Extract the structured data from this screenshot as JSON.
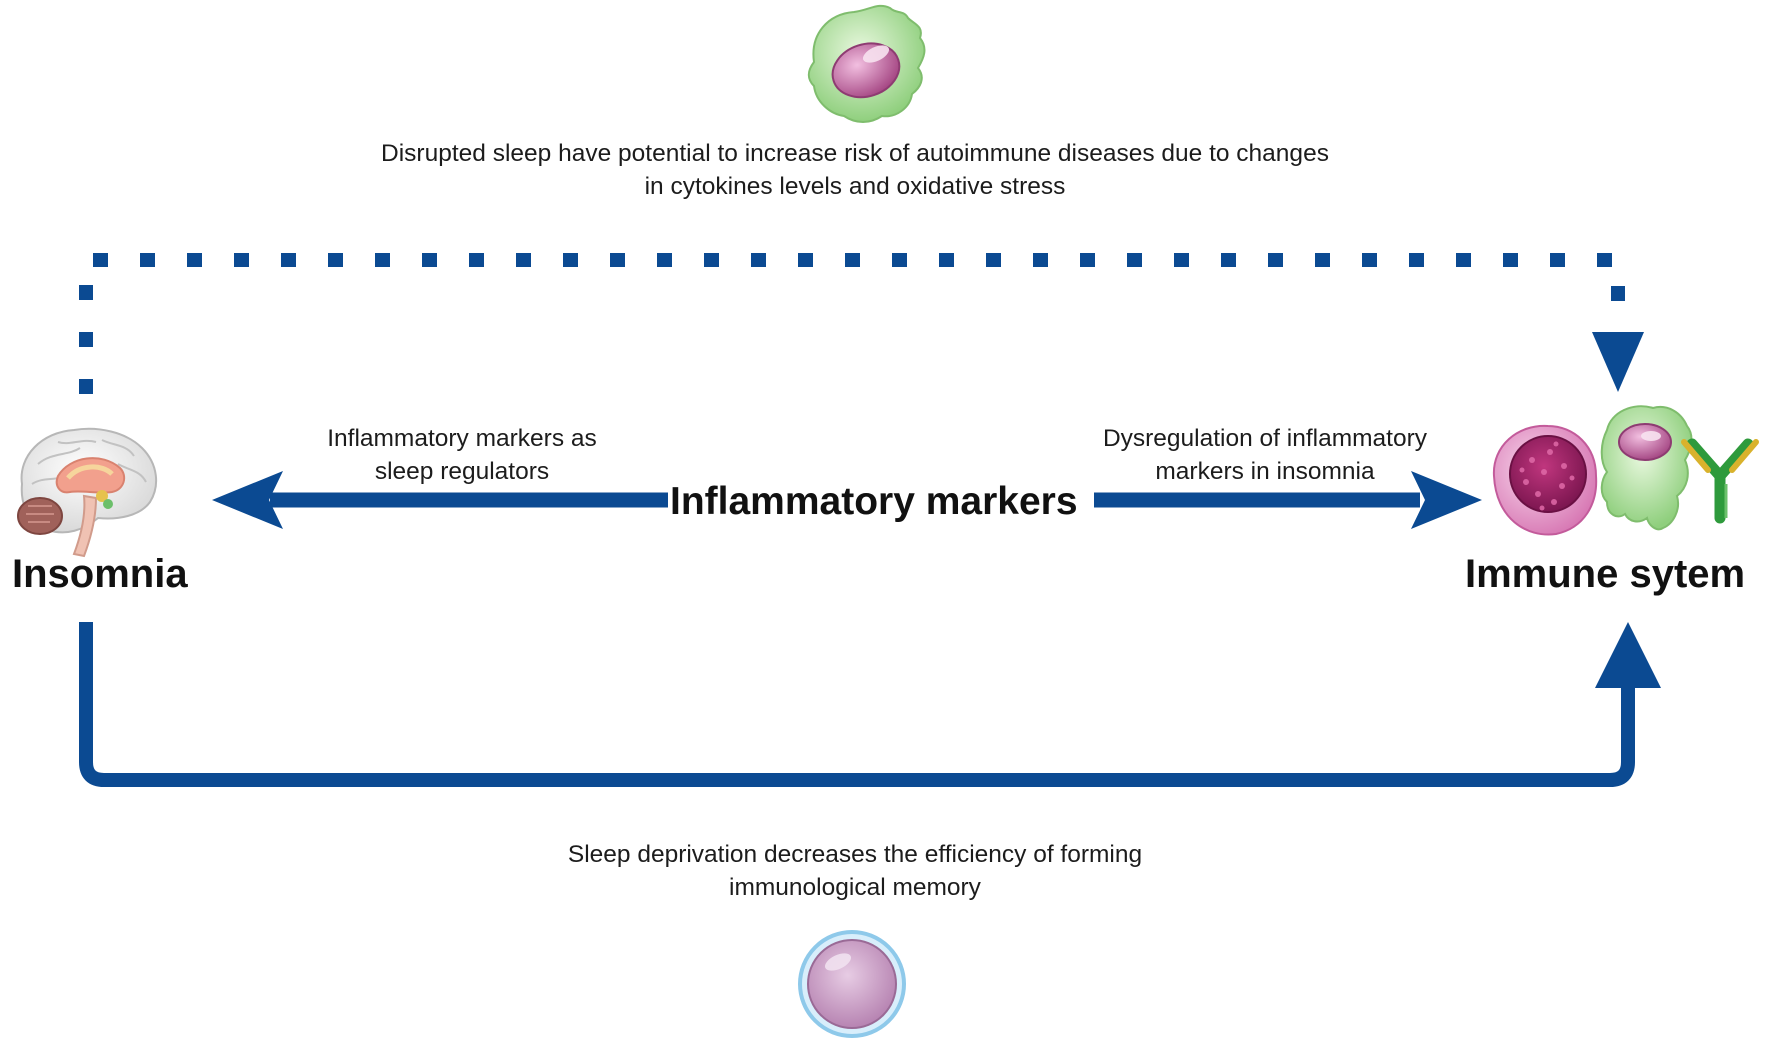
{
  "nodes": {
    "left": {
      "label": "Insomnia",
      "icon": "brain-icon"
    },
    "right": {
      "label": "Immune sytem",
      "icons": [
        "lymphocyte-icon",
        "macrophage-icon",
        "antibody-icon"
      ]
    },
    "center": {
      "label": "Inflammatory markers"
    }
  },
  "annotations": {
    "top": {
      "lines": [
        "Disrupted sleep have potential to increase risk of  autoimmune diseases due to changes",
        "in cytokines levels and oxidative stress"
      ],
      "icon": "macrophage-icon"
    },
    "left_arrow": {
      "lines": [
        "Inflammatory markers as",
        "sleep regulators"
      ]
    },
    "right_arrow": {
      "lines": [
        "Dysregulation of inflammatory",
        "markers in insomnia"
      ]
    },
    "bottom": {
      "lines": [
        "Sleep deprivation decreases the efficiency of forming",
        "immunological memory"
      ],
      "icon": "b-cell-icon"
    }
  },
  "colors": {
    "arrow": "#0b4a92",
    "text": "#1c1c1c",
    "macrophage_fill": "#b6e3a6",
    "macrophage_nucleus": "#c86aa4",
    "lymphocyte_fill": "#e9a6cf",
    "lymphocyte_nucleus": "#9c2465",
    "antibody_green": "#2e9a3c",
    "antibody_yellow": "#d9b22c",
    "b_cell_fill": "#c9a0c5",
    "b_cell_ring": "#a8d6ee"
  }
}
